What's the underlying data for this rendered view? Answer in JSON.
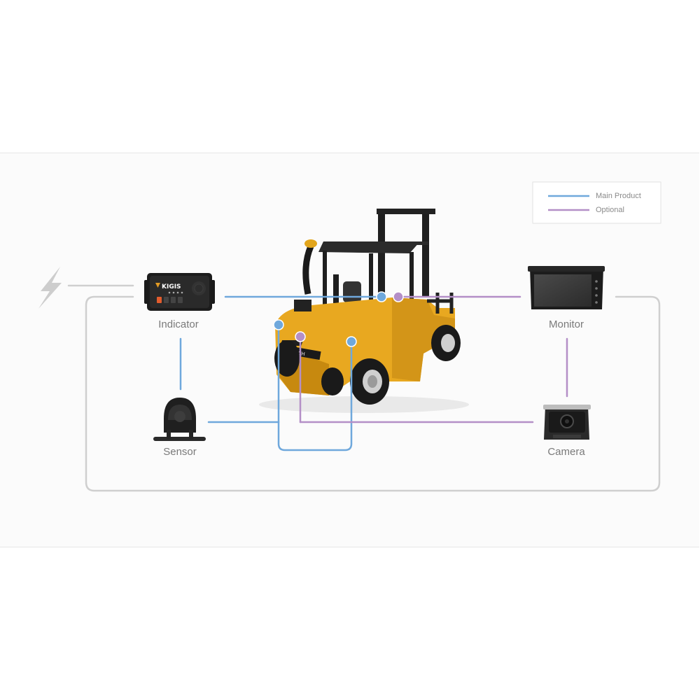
{
  "legend": {
    "items": [
      {
        "label": "Main Product",
        "color": "#6fa8dc"
      },
      {
        "label": "Optional",
        "color": "#b48fc7"
      }
    ]
  },
  "components": {
    "indicator": {
      "label": "Indicator",
      "logo_text": "KIGIS",
      "icon": "control-box-icon"
    },
    "monitor": {
      "label": "Monitor",
      "icon": "monitor-icon"
    },
    "sensor": {
      "label": "Sensor",
      "icon": "sensor-icon"
    },
    "camera": {
      "label": "Camera",
      "icon": "camera-icon"
    },
    "power": {
      "icon": "lightning-bolt-icon"
    },
    "forklift": {
      "icon": "forklift-icon",
      "brand_text": "SYSTECH"
    }
  },
  "colors": {
    "main": "#6fa8dc",
    "optional": "#b48fc7",
    "power": "#cfcfcf",
    "forklift_body": "#e8a820",
    "label": "#7a7a7a"
  }
}
